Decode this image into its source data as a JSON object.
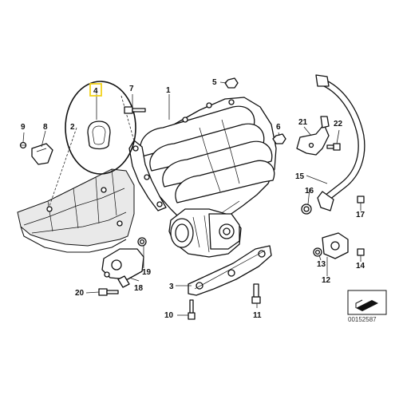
{
  "diagram": {
    "callouts": [
      "1",
      "2",
      "3",
      "4",
      "5",
      "6",
      "7",
      "8",
      "9",
      "10",
      "11",
      "12",
      "13",
      "14",
      "15",
      "16",
      "17",
      "18",
      "19",
      "20",
      "21",
      "22"
    ],
    "highlighted_callout": "4",
    "highlight_color": "#f2d21b",
    "reference_code": "00152587"
  }
}
